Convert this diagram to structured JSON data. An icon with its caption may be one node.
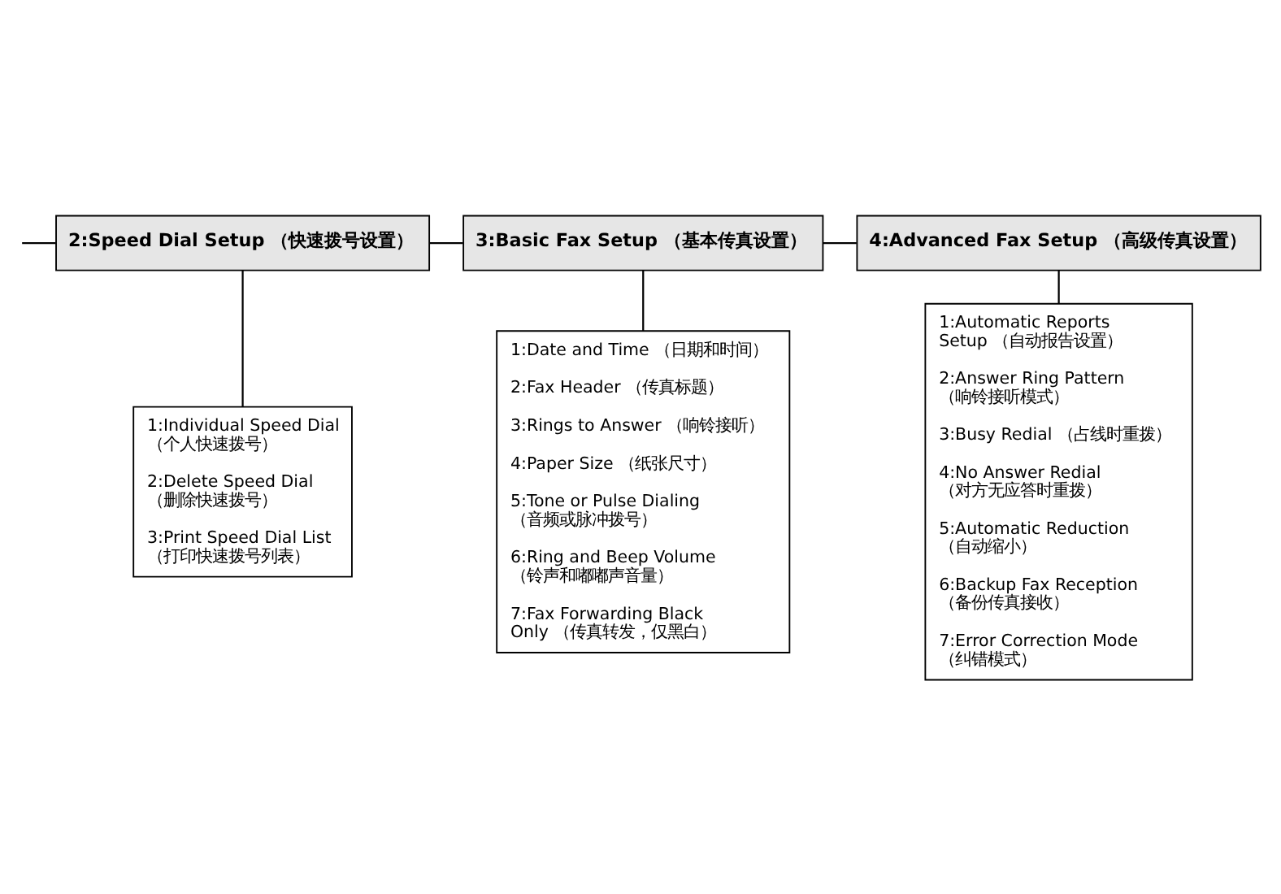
{
  "diagram": {
    "nodes": [
      {
        "text": [
          "2:Speed Dial Setup （快速拨号设置）"
        ]
      },
      {
        "text": [
          "3:Basic Fax Setup （基本传真设置）"
        ]
      },
      {
        "text": [
          "4:Advanced Fax Setup （高级传真设置）"
        ]
      },
      {
        "text": [
          "1:Individual Speed Dial （个人快速拨号）",
          "2:Delete Speed Dial （删除快速拨号）",
          "3:Print Speed Dial List （打印快速拨号列表）"
        ]
      },
      {
        "text": [
          "1:Date and Time （日期和时间）",
          "2:Fax Header （传真标题）",
          "3:Rings to Answer （响铃接听）",
          "4:Paper Size （纸张尺寸）",
          "5:Tone or Pulse Dialing （音频或脉冲拨号）",
          "6:Ring and Beep Volume （铃声和嘟嘟声音量）",
          "7:Fax Forwarding Black Only （传真转发，仅黑白）"
        ]
      },
      {
        "text": [
          "1:Automatic Reports Setup （自动报告设置）",
          "2:Answer Ring Pattern （响铃接听模式）",
          "3:Busy Redial （占线时重拨）",
          "4:No Answer Redial （对方无应答时重拨）",
          "5:Automatic Reduction （自动缩小）",
          "6:Backup Fax Reception （备份传真接收）",
          "7:Error Correction Mode （纠错模式）"
        ]
      }
    ],
    "edges": [
      {
        "from": null,
        "to": 0,
        "arrow": "none"
      },
      {
        "from": 0,
        "to": 1,
        "arrow": "none"
      },
      {
        "from": 1,
        "to": 2,
        "arrow": "none"
      },
      {
        "from": 0,
        "to": 3,
        "arrow": "none"
      },
      {
        "from": 1,
        "to": 4,
        "arrow": "none"
      },
      {
        "from": 2,
        "to": 5,
        "arrow": "none"
      }
    ]
  }
}
